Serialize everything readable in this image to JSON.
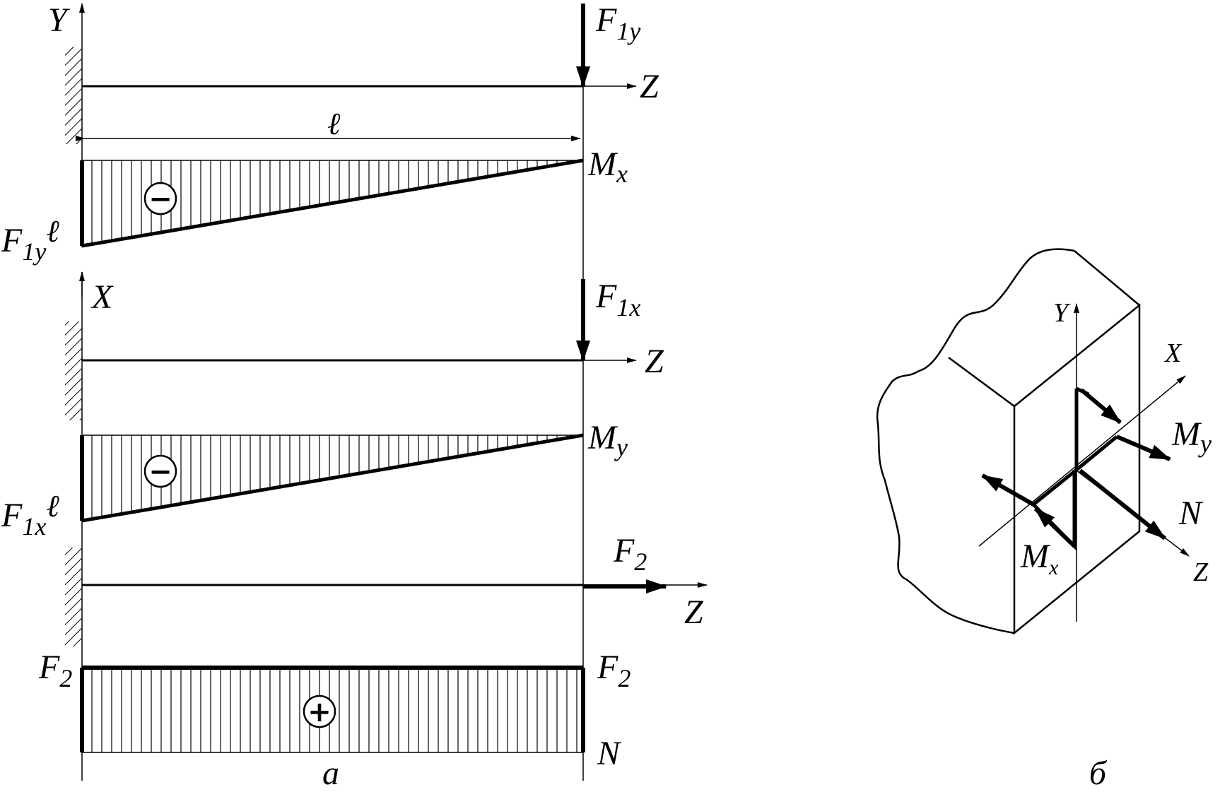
{
  "part_a": {
    "caption": "а",
    "diagram1": {
      "axis_vertical": "Y",
      "axis_horizontal": "Z",
      "force_main": "F",
      "force_sub": "1y",
      "length": "ℓ",
      "moment_main": "M",
      "moment_sub": "x",
      "root_value_main": "F",
      "root_value_sub": "1y",
      "root_value_suffix": "ℓ",
      "sign": "−"
    },
    "diagram2": {
      "axis_vertical": "X",
      "axis_horizontal": "Z",
      "force_main": "F",
      "force_sub": "1x",
      "moment_main": "M",
      "moment_sub": "y",
      "root_value_main": "F",
      "root_value_sub": "1x",
      "root_value_suffix": "ℓ",
      "sign": "−"
    },
    "diagram3": {
      "axis_horizontal": "Z",
      "force_main": "F",
      "force_sub": "2",
      "left_value_main": "F",
      "left_value_sub": "2",
      "right_value_main": "F",
      "right_value_sub": "2",
      "diagram_label": "N",
      "sign": "+"
    }
  },
  "part_b": {
    "caption": "б",
    "axis_y": "Y",
    "axis_x": "X",
    "axis_z": "Z",
    "label_my_main": "M",
    "label_my_sub": "y",
    "label_n": "N",
    "label_mx_main": "M",
    "label_mx_sub": "x"
  }
}
